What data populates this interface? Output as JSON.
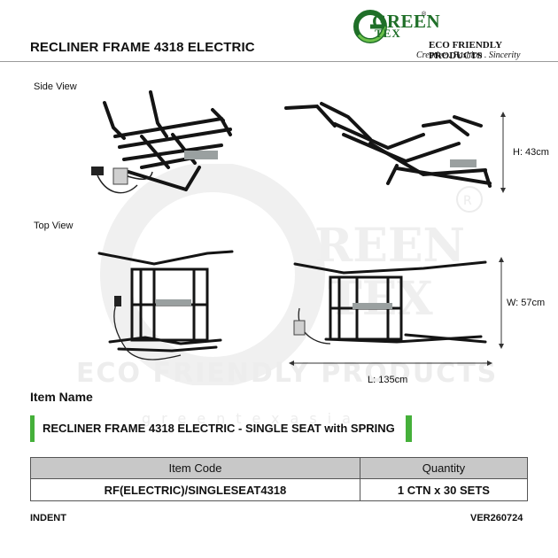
{
  "header": {
    "title": "RECLINER FRAME 4318 ELECTRIC",
    "logo": {
      "brand_green": "GREEN",
      "brand_tex": "TEX",
      "registered": "®",
      "tagline": "ECO FRIENDLY PRODUCTS",
      "slogan": "Creative . Fashion . Sincerity"
    }
  },
  "views": {
    "side": "Side View",
    "top": "Top View"
  },
  "dimensions": {
    "height": "H: 43cm",
    "width": "W: 57cm",
    "length": "L: 135cm"
  },
  "watermark": {
    "eco": "ECO FRIENDLY PRODUCTS",
    "site": "greentexasia"
  },
  "item": {
    "heading": "Item Name",
    "name": "RECLINER FRAME 4318 ELECTRIC - SINGLE SEAT with SPRING"
  },
  "table": {
    "headers": [
      "Item Code",
      "Quantity"
    ],
    "row": [
      "RF(ELECTRIC)/SINGLESEAT4318",
      "1 CTN x 30 SETS"
    ]
  },
  "footer": {
    "left": "INDENT",
    "right": "VER260724"
  },
  "colors": {
    "accent_green": "#45b03a",
    "logo_green": "#1f6f28",
    "table_header": "#c8c8c8"
  }
}
